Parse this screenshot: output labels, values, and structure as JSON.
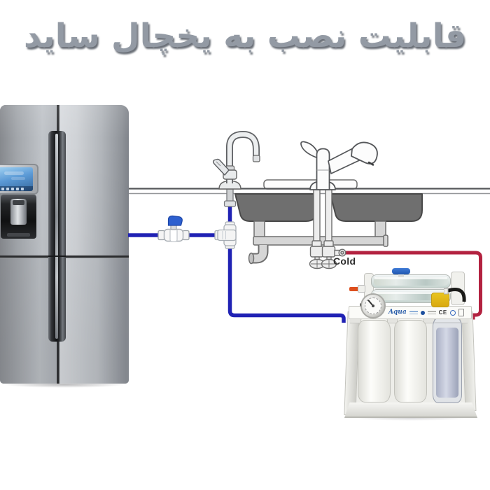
{
  "title": {
    "text": "قابلیت نصب به یخچال ساید"
  },
  "diagram": {
    "cold_label": "Cold"
  },
  "filter_unit": {
    "brand": "Aqua",
    "ce_mark": "CE"
  },
  "colors": {
    "tube-blue": "#2022b4",
    "tube-red": "#b32240",
    "valve-handle-blue": "#2d60cf",
    "title-gray": "#939aa4",
    "sink-gray": "#6f6f6f",
    "screen-blue": "#5c9bd8",
    "pump-yellow": "#e8c41f",
    "fitting-orange": "#dd4f1e"
  }
}
